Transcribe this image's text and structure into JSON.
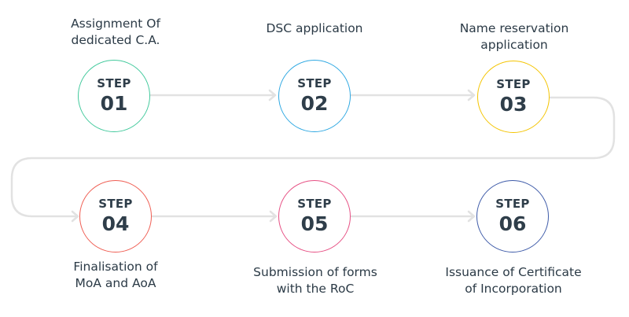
{
  "step_word": "STEP",
  "line_color": "#e2e2e2",
  "steps": [
    {
      "number": "01",
      "color": "#42c99c",
      "label": [
        "Assignment Of",
        "dedicated C.A."
      ]
    },
    {
      "number": "02",
      "color": "#2fa8e2",
      "label": [
        "DSC application"
      ]
    },
    {
      "number": "03",
      "color": "#f4c400",
      "label": [
        "Name reservation",
        "application"
      ]
    },
    {
      "number": "04",
      "color": "#ef5d52",
      "label": [
        "Finalisation of",
        "MoA and AoA"
      ]
    },
    {
      "number": "05",
      "color": "#e64f83",
      "label": [
        "Submission of forms",
        "with the RoC"
      ]
    },
    {
      "number": "06",
      "color": "#3d5aa8",
      "label": [
        "Issuance of Certificate",
        "of Incorporation"
      ]
    }
  ]
}
